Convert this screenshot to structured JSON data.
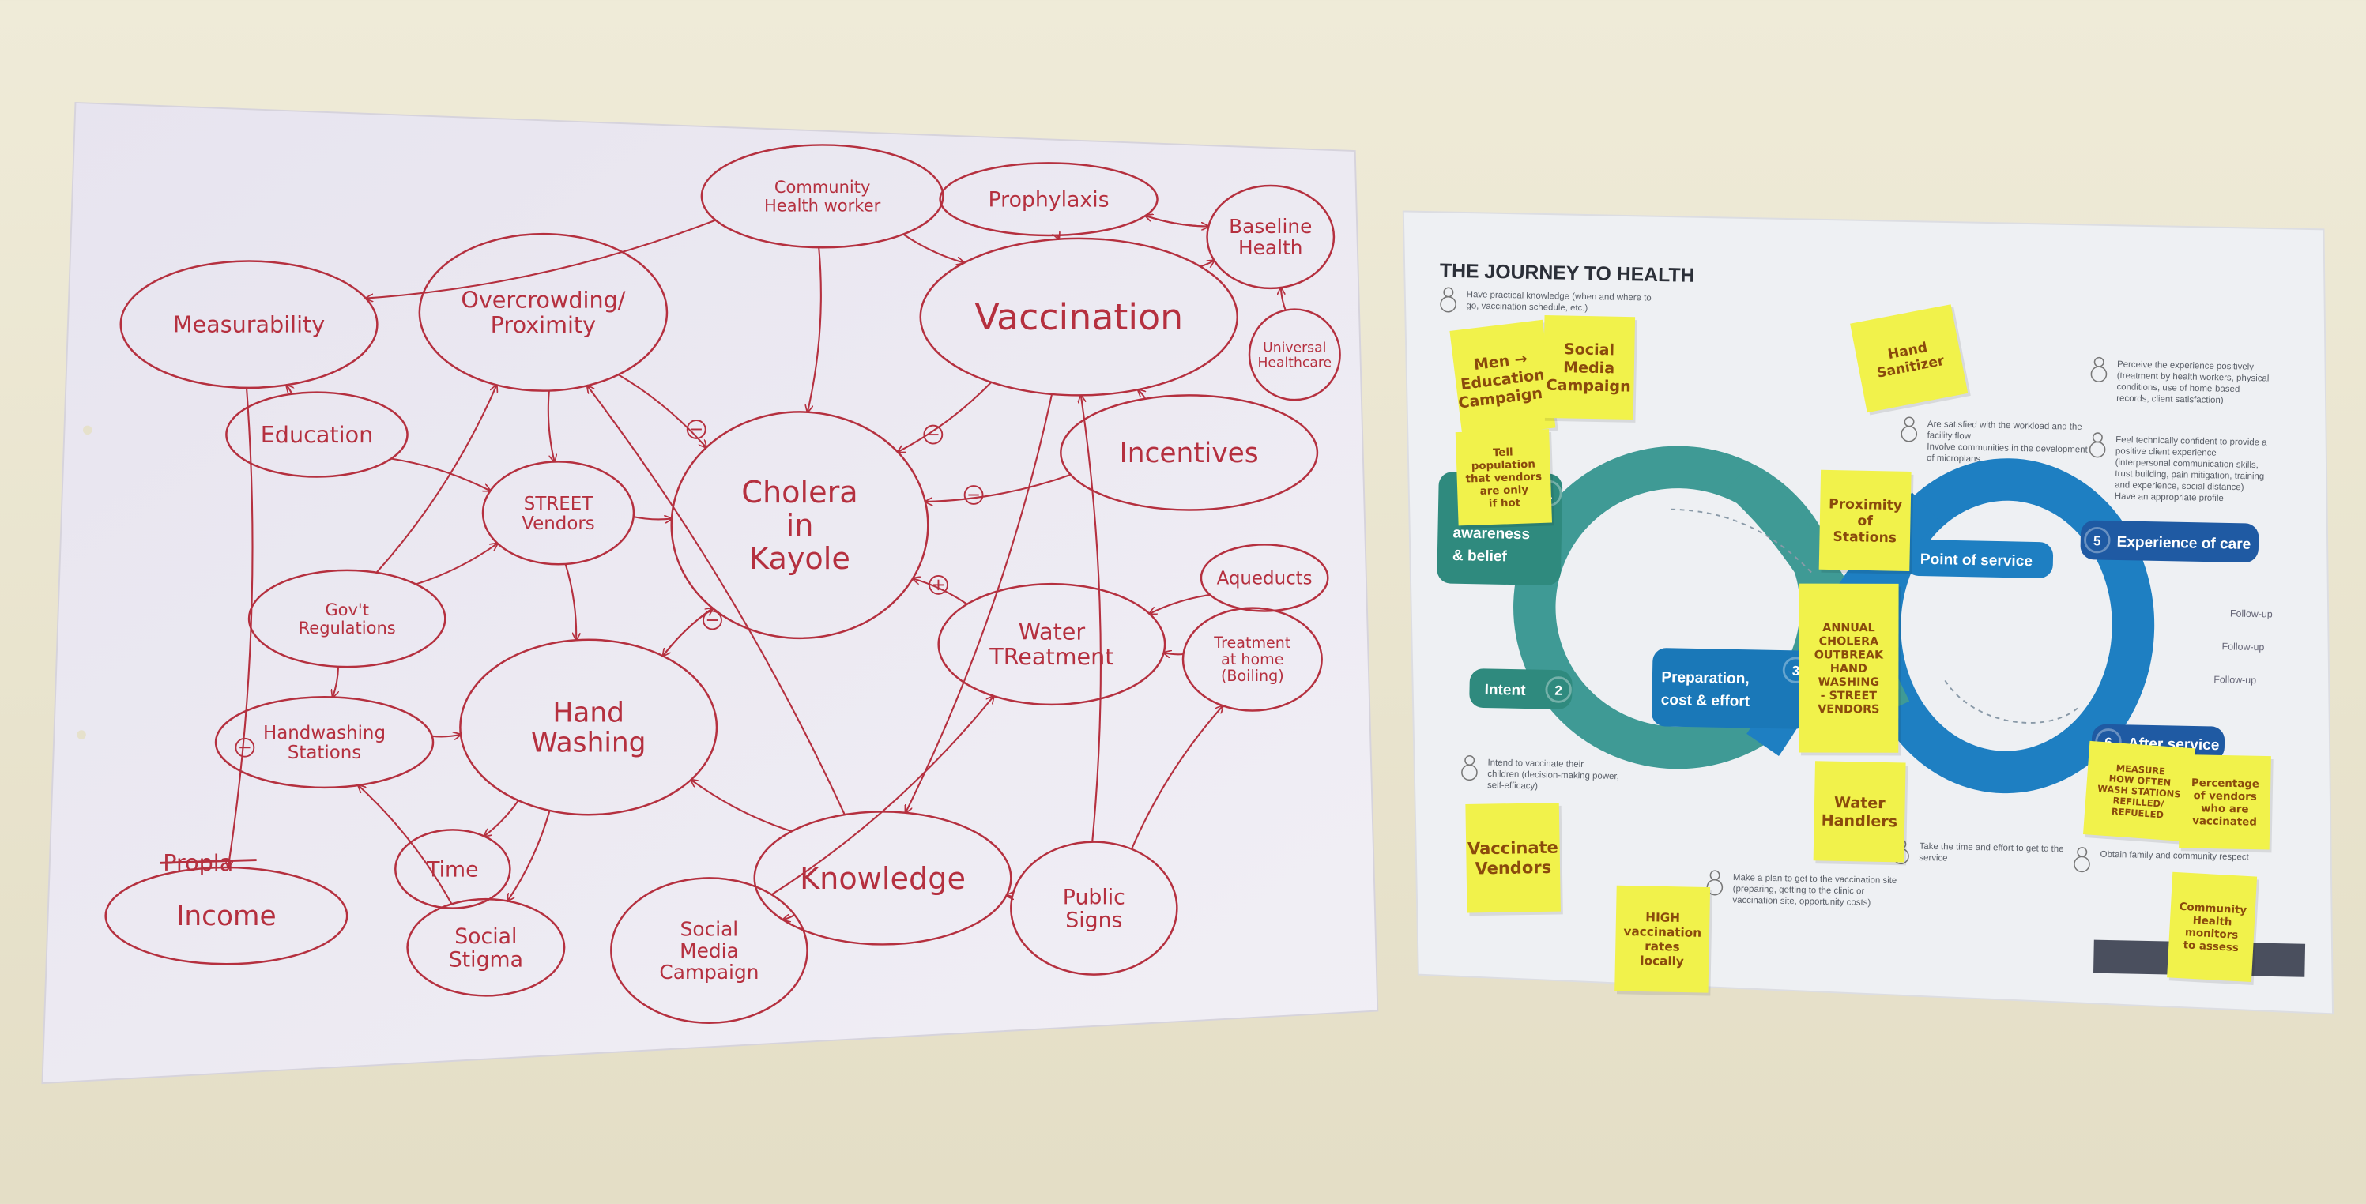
{
  "cld_poster": {
    "ink_color": "#b5303f",
    "nodes": [
      {
        "id": "community-health-worker",
        "lines": [
          "Community",
          "Health worker"
        ]
      },
      {
        "id": "prophylaxis",
        "lines": [
          "Prophylaxis"
        ]
      },
      {
        "id": "baseline-health",
        "lines": [
          "Baseline",
          "Health"
        ]
      },
      {
        "id": "measurability",
        "lines": [
          "Measurability"
        ]
      },
      {
        "id": "overcrowding-proximity",
        "lines": [
          "Overcrowding/",
          "Proximity"
        ]
      },
      {
        "id": "vaccination",
        "lines": [
          "Vaccination"
        ]
      },
      {
        "id": "universal-healthcare",
        "lines": [
          "Universal",
          "Healthcare"
        ]
      },
      {
        "id": "education",
        "lines": [
          "Education"
        ]
      },
      {
        "id": "street-vendors",
        "lines": [
          "STREET",
          "Vendors"
        ]
      },
      {
        "id": "cholera-in-kayole",
        "lines": [
          "Cholera",
          "in",
          "Kayole"
        ]
      },
      {
        "id": "incentives",
        "lines": [
          "Incentives"
        ]
      },
      {
        "id": "govt-regulations",
        "lines": [
          "Gov't",
          "Regulations"
        ]
      },
      {
        "id": "aqueducts",
        "lines": [
          "Aqueducts"
        ]
      },
      {
        "id": "water-treatment",
        "lines": [
          "Water",
          "TReatment"
        ]
      },
      {
        "id": "treatment-at-home",
        "lines": [
          "Treatment",
          "at home",
          "(Boiling)"
        ]
      },
      {
        "id": "hand-washing",
        "lines": [
          "Hand",
          "Washing"
        ]
      },
      {
        "id": "handwashing-stations",
        "lines": [
          "Handwashing",
          "Stations"
        ]
      },
      {
        "id": "time",
        "lines": [
          "Time"
        ]
      },
      {
        "id": "income",
        "lines": [
          "Income"
        ]
      },
      {
        "id": "social-stigma",
        "lines": [
          "Social",
          "Stigma"
        ]
      },
      {
        "id": "social-media-campaign",
        "lines": [
          "Social",
          "Media",
          "Campaign"
        ]
      },
      {
        "id": "knowledge",
        "lines": [
          "Knowledge"
        ]
      },
      {
        "id": "public-signs",
        "lines": [
          "Public",
          "Signs"
        ]
      }
    ],
    "struck_text": "Propla",
    "edges": [
      {
        "from": "community-health-worker",
        "to": "cholera-in-kayole"
      },
      {
        "from": "community-health-worker",
        "to": "vaccination"
      },
      {
        "from": "community-health-worker",
        "to": "measurability"
      },
      {
        "from": "prophylaxis",
        "to": "baseline-health"
      },
      {
        "from": "baseline-health",
        "to": "prophylaxis"
      },
      {
        "from": "prophylaxis",
        "to": "vaccination"
      },
      {
        "from": "universal-healthcare",
        "to": "baseline-health"
      },
      {
        "from": "vaccination",
        "to": "baseline-health"
      },
      {
        "from": "vaccination",
        "to": "cholera-in-kayole",
        "polarity": "-"
      },
      {
        "from": "overcrowding-proximity",
        "to": "street-vendors"
      },
      {
        "from": "overcrowding-proximity",
        "to": "cholera-in-kayole",
        "polarity": "-"
      },
      {
        "from": "education",
        "to": "measurability"
      },
      {
        "from": "education",
        "to": "street-vendors"
      },
      {
        "from": "street-vendors",
        "to": "cholera-in-kayole"
      },
      {
        "from": "street-vendors",
        "to": "hand-washing"
      },
      {
        "from": "govt-regulations",
        "to": "street-vendors"
      },
      {
        "from": "govt-regulations",
        "to": "handwashing-stations"
      },
      {
        "from": "govt-regulations",
        "to": "overcrowding-proximity"
      },
      {
        "from": "hand-washing",
        "to": "cholera-in-kayole",
        "polarity": "-"
      },
      {
        "from": "handwashing-stations",
        "to": "hand-washing"
      },
      {
        "from": "hand-washing",
        "to": "time"
      },
      {
        "from": "incentives",
        "to": "vaccination"
      },
      {
        "from": "incentives",
        "to": "cholera-in-kayole",
        "polarity": "-"
      },
      {
        "from": "aqueducts",
        "to": "water-treatment"
      },
      {
        "from": "treatment-at-home",
        "to": "water-treatment"
      },
      {
        "from": "water-treatment",
        "to": "cholera-in-kayole",
        "polarity": "+"
      },
      {
        "from": "knowledge",
        "to": "hand-washing"
      },
      {
        "from": "public-signs",
        "to": "knowledge"
      },
      {
        "from": "social-media-campaign",
        "to": "knowledge"
      },
      {
        "from": "social-stigma",
        "to": "handwashing-stations"
      },
      {
        "from": "measurability",
        "to": "income",
        "polarity": "-"
      },
      {
        "from": "knowledge",
        "to": "overcrowding-proximity"
      },
      {
        "from": "vaccination",
        "to": "knowledge"
      },
      {
        "from": "cholera-in-kayole",
        "to": "hand-washing"
      },
      {
        "from": "public-signs",
        "to": "treatment-at-home"
      },
      {
        "from": "public-signs",
        "to": "vaccination"
      },
      {
        "from": "hand-washing",
        "to": "social-stigma"
      },
      {
        "from": "social-media-campaign",
        "to": "water-treatment"
      }
    ]
  },
  "journey_poster": {
    "title": "THE JOURNEY TO HEALTH",
    "colors": {
      "teal": "#3f9a95",
      "blue": "#1e7fc2",
      "dark_blue": "#1f5aa3",
      "note": "#f1f24b"
    },
    "stages": [
      {
        "number": "1",
        "lines": [
          "awareness",
          "& belief"
        ]
      },
      {
        "number": "2",
        "lines": [
          "Intent"
        ]
      },
      {
        "number": "3",
        "lines": [
          "Preparation,",
          "cost & effort"
        ]
      },
      {
        "number": "",
        "lines": [
          "Point of service"
        ]
      },
      {
        "number": "5",
        "lines": [
          "Experience of care"
        ]
      },
      {
        "number": "6",
        "lines": [
          "After service"
        ]
      }
    ],
    "follow_up": [
      "Follow-up",
      "Follow-up",
      "Follow-up"
    ],
    "bullets": [
      [
        "Have practical knowledge (when and where to",
        "go, vaccination schedule, etc.)"
      ],
      [
        "Intend to vaccinate their",
        "children (decision-making power,",
        "self-efficacy)"
      ],
      [
        "Make a plan to get to the vaccination site",
        "(preparing, getting to the clinic or",
        "vaccination site, opportunity costs)"
      ],
      [
        "Are satisfied with the workload and the",
        "facility flow",
        "Involve communities in the development",
        "of microplans"
      ],
      [
        "Perceive the experience positively",
        "(treatment by health workers, physical",
        "conditions, use of home-based",
        "records, client satisfaction)"
      ],
      [
        "Feel technically confident to provide a",
        "positive client experience",
        "(interpersonal communication skills,",
        "trust building, pain mitigation, training",
        "and experience, social distance)",
        "Have an appropriate profile"
      ],
      [
        "Take the time and effort to get to the",
        "service"
      ],
      [
        "Obtain family and community respect"
      ]
    ],
    "sticky_notes": [
      {
        "lines": [
          "Men →",
          "Education",
          "Campaigns"
        ]
      },
      {
        "lines": [
          "Social",
          "Media",
          "Campaign"
        ]
      },
      {
        "lines": [
          "Hand",
          "Sanitizer"
        ]
      },
      {
        "lines": [
          "Tell",
          "population",
          "that vendors",
          "are only",
          "if hot"
        ]
      },
      {
        "lines": [
          "Proximity",
          "of",
          "Stations"
        ]
      },
      {
        "lines": [
          "ANNUAL",
          "CHOLERA",
          "OUTBREAK",
          "HAND",
          "WASHING",
          "- STREET",
          "VENDORS"
        ]
      },
      {
        "lines": [
          "Water",
          "Handlers"
        ]
      },
      {
        "lines": [
          "Vaccinate",
          "Vendors"
        ]
      },
      {
        "lines": [
          "HIGH",
          "vaccination",
          "rates",
          "locally"
        ]
      },
      {
        "lines": [
          "MEASURE",
          "HOW OFTEN",
          "WASH STATIONS",
          "REFILLED/",
          "REFUELED"
        ]
      },
      {
        "lines": [
          "Percentage",
          "of vendors",
          "who are",
          "vaccinated"
        ]
      },
      {
        "lines": [
          "Community",
          "Health",
          "monitors",
          "to assess"
        ]
      }
    ]
  }
}
